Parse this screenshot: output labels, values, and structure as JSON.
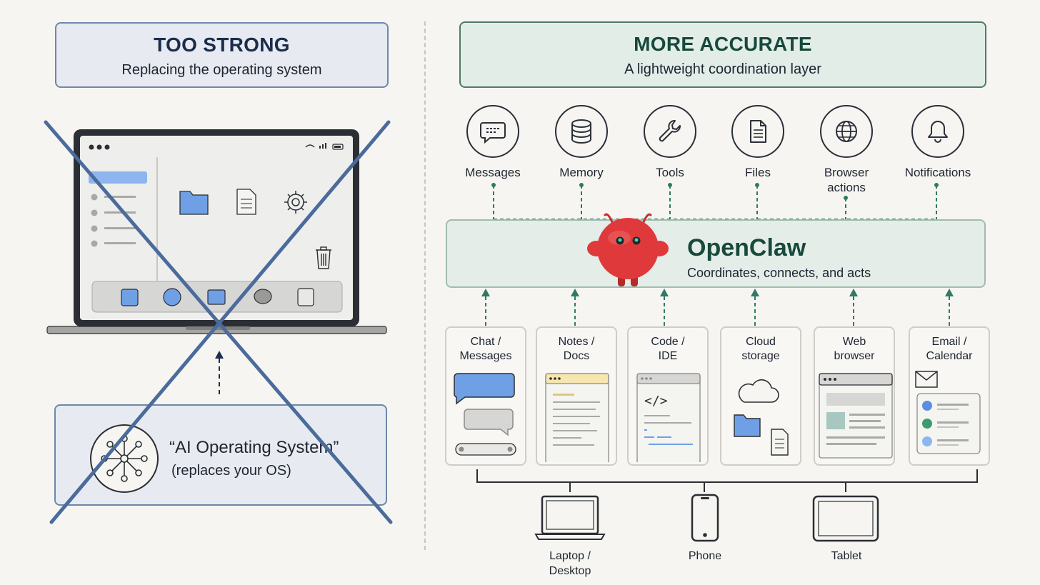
{
  "left_panel": {
    "header_title": "TOO STRONG",
    "header_subtitle": "Replacing the operating system",
    "ai_os_title": "“AI Operating System”",
    "ai_os_subtitle": "(replaces your OS)"
  },
  "right_panel": {
    "header_title": "MORE ACCURATE",
    "header_subtitle": "A lightweight coordination layer",
    "capabilities": [
      {
        "label": "Messages",
        "icon": "message-icon"
      },
      {
        "label": "Memory",
        "icon": "database-icon"
      },
      {
        "label": "Tools",
        "icon": "wrench-icon"
      },
      {
        "label": "Files",
        "icon": "file-icon"
      },
      {
        "label": "Browser actions",
        "icon": "globe-icon"
      },
      {
        "label": "Notifications",
        "icon": "bell-icon"
      }
    ],
    "core": {
      "title": "OpenClaw",
      "subtitle": "Coordinates, connects, and acts"
    },
    "apps": [
      {
        "label": "Chat / Messages"
      },
      {
        "label": "Notes / Docs"
      },
      {
        "label": "Code / IDE"
      },
      {
        "label": "Cloud storage"
      },
      {
        "label": "Web browser"
      },
      {
        "label": "Email / Calendar"
      }
    ],
    "devices": [
      {
        "label": "Laptop / Desktop"
      },
      {
        "label": "Phone"
      },
      {
        "label": "Tablet"
      }
    ]
  },
  "colors": {
    "cross": "#4a6b9c",
    "teal": "#2f7a66",
    "mascot": "#e0393b",
    "accent_blue": "#6fa0e6"
  }
}
